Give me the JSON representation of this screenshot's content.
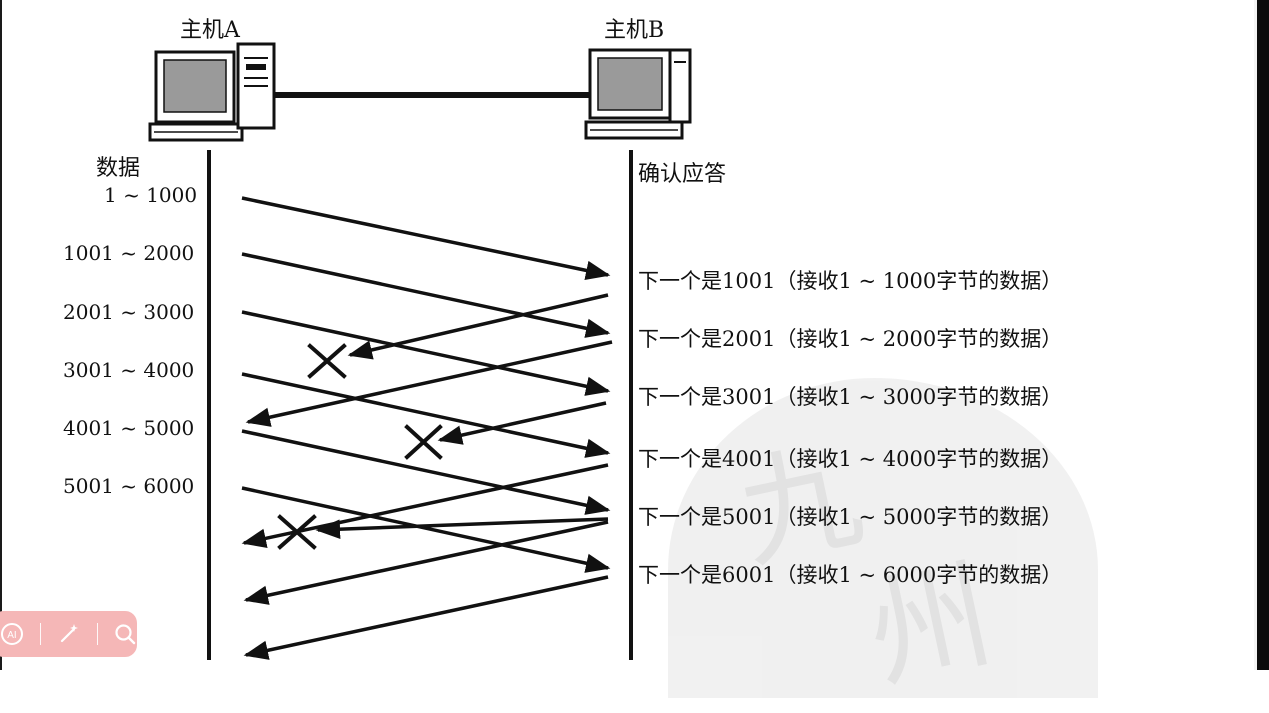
{
  "hosts": {
    "a": "主机A",
    "b": "主机B"
  },
  "columns": {
    "data": "数据",
    "ack": "确认应答"
  },
  "segments": [
    "1 ~ 1000",
    "1001 ~ 2000",
    "2001 ~ 3000",
    "3001 ~ 4000",
    "4001 ~ 5000",
    "5001 ~ 6000"
  ],
  "acks": [
    "下一个是1001（接收1 ~ 1000字节的数据）",
    "下一个是2001（接收1 ~ 2000字节的数据）",
    "下一个是3001（接收1 ~ 3000字节的数据）",
    "下一个是4001（接收1 ~ 4000字节的数据）",
    "下一个是5001（接收1 ~ 5000字节的数据）",
    "下一个是6001（接收1 ~ 6000字节的数据）"
  ],
  "lost_acks": [
    "下一个是1001",
    "下一个是3001",
    "下一个是5001"
  ],
  "toolbar": {
    "ai_label": "AI",
    "icons": [
      "ai-icon",
      "magic-wand-icon",
      "search-icon"
    ]
  },
  "colors": {
    "ink": "#111111",
    "toolbar": "#f5b7b7"
  }
}
